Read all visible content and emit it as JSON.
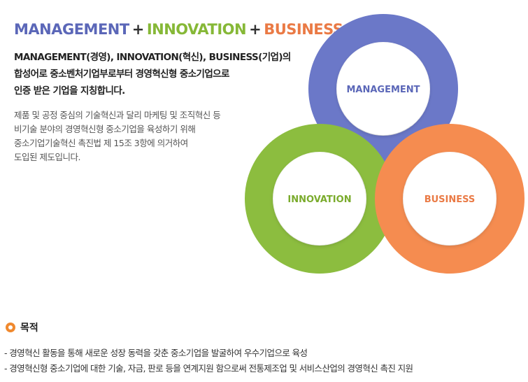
{
  "title": {
    "management": "MANAGEMENT",
    "plus1": "+",
    "innovation": "INNOVATION",
    "plus2": "+",
    "business": "BUSINESS"
  },
  "lead_lines": [
    "MANAGEMENT(경영), INNOVATION(혁신), BUSINESS(기업)의",
    "합성어로 중소벤처기업부로부터 경영혁신형 중소기업으로",
    "인증 받은 기업을 지칭합니다."
  ],
  "description_lines": [
    "제품 및 공정 중심의 기술혁신과 달리 마케팅 및 조직혁신 등",
    "비기술 분야의 경영혁신형 중소기업을 육성하기 위해",
    "중소기업기술혁신 촉진법 제 15조 3항에 의거하여",
    "도입된 제도입니다."
  ],
  "diagram": {
    "management_label": "MANAGEMENT",
    "innovation_label": "INNOVATION",
    "business_label": "BUSINESS"
  },
  "purpose": {
    "heading": "목적",
    "items": [
      "- 경영혁신 활동을 통해 새로운 성장 동력을 갖춘 중소기업을 발굴하여 우수기업으로 육성",
      "- 경영혁신형 중소기업에 대한 기술, 자금, 판로 등을 연계지원 함으로써 전통제조업 및 서비스산업의 경영혁신 촉진 지원"
    ]
  },
  "colors": {
    "management": "#6b78c8",
    "innovation": "#8cbd3f",
    "business": "#f58c50",
    "accent": "#f0892e"
  }
}
